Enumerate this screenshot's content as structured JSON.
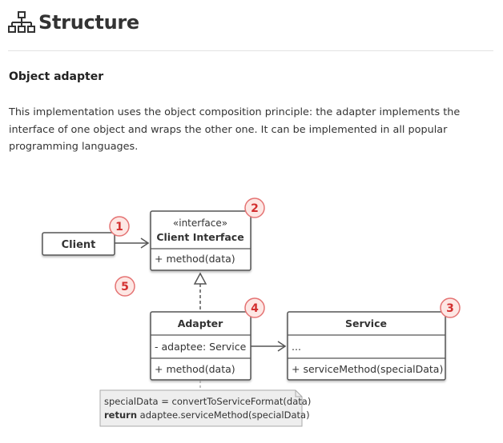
{
  "header": {
    "title": "Structure",
    "icon": "hierarchy-icon"
  },
  "section": {
    "title": "Object adapter",
    "description": "This implementation uses the object composition principle: the adapter implements the interface of one object and wraps the other one. It can be implemented in all popular programming languages."
  },
  "diagram": {
    "client": {
      "name": "Client"
    },
    "client_interface": {
      "stereotype": "«interface»",
      "name": "Client Interface",
      "method": "+ method(data)"
    },
    "adapter": {
      "name": "Adapter",
      "field": "- adaptee: Service",
      "method": "+ method(data)"
    },
    "service": {
      "name": "Service",
      "field": "...",
      "method": "+ serviceMethod(specialData)"
    },
    "note": {
      "line1": "specialData = convertToServiceFormat(data)",
      "line2_keyword": "return",
      "line2_rest": " adaptee.serviceMethod(specialData)"
    },
    "badges": [
      "1",
      "2",
      "3",
      "4",
      "5"
    ],
    "colors": {
      "badge": "#d32f2f",
      "badge_fill": "#fde7e4",
      "box_fill": "#ffffff",
      "box_stroke": "#555555",
      "note_fill": "#eeeeee"
    }
  }
}
